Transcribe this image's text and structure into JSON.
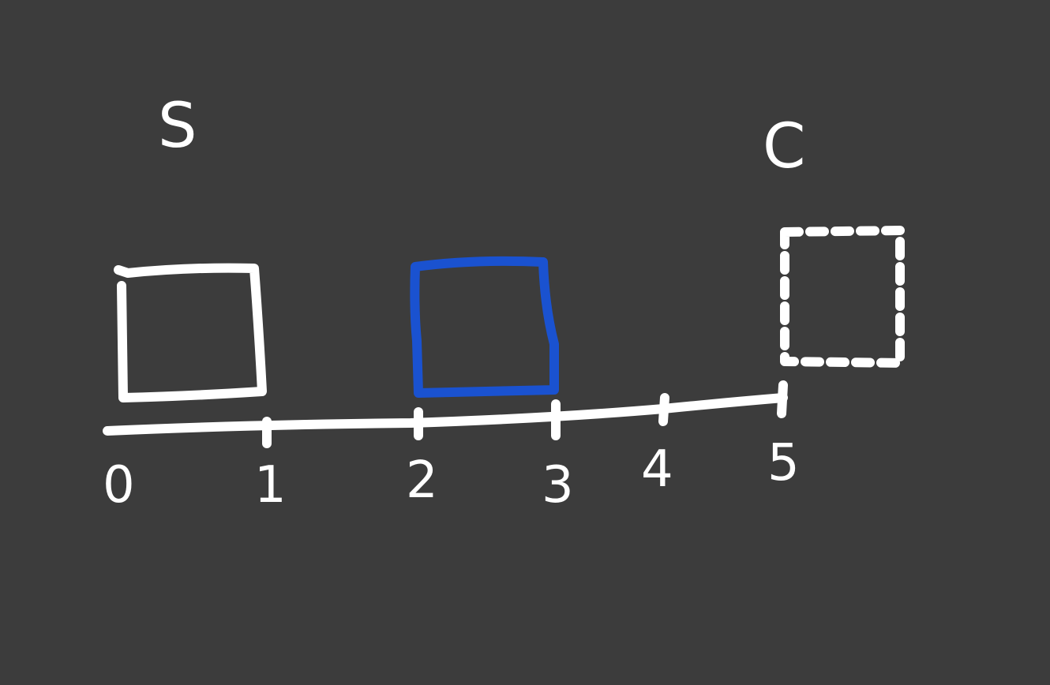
{
  "diagram": {
    "colors": {
      "background": "#3c3c3c",
      "ink": "#ffffff",
      "highlight": "#1a52d0"
    },
    "labels": {
      "start": "S",
      "end": "C"
    },
    "number_line": {
      "ticks": [
        "0",
        "1",
        "2",
        "3",
        "4",
        "5"
      ]
    },
    "boxes": [
      {
        "name": "box-at-0",
        "from": 0,
        "to": 1,
        "style": "solid",
        "color": "#ffffff"
      },
      {
        "name": "box-at-2",
        "from": 2,
        "to": 3,
        "style": "solid",
        "color": "#1a52d0"
      },
      {
        "name": "box-at-5",
        "from": 5,
        "to": 6,
        "style": "dashed",
        "color": "#ffffff"
      }
    ]
  }
}
